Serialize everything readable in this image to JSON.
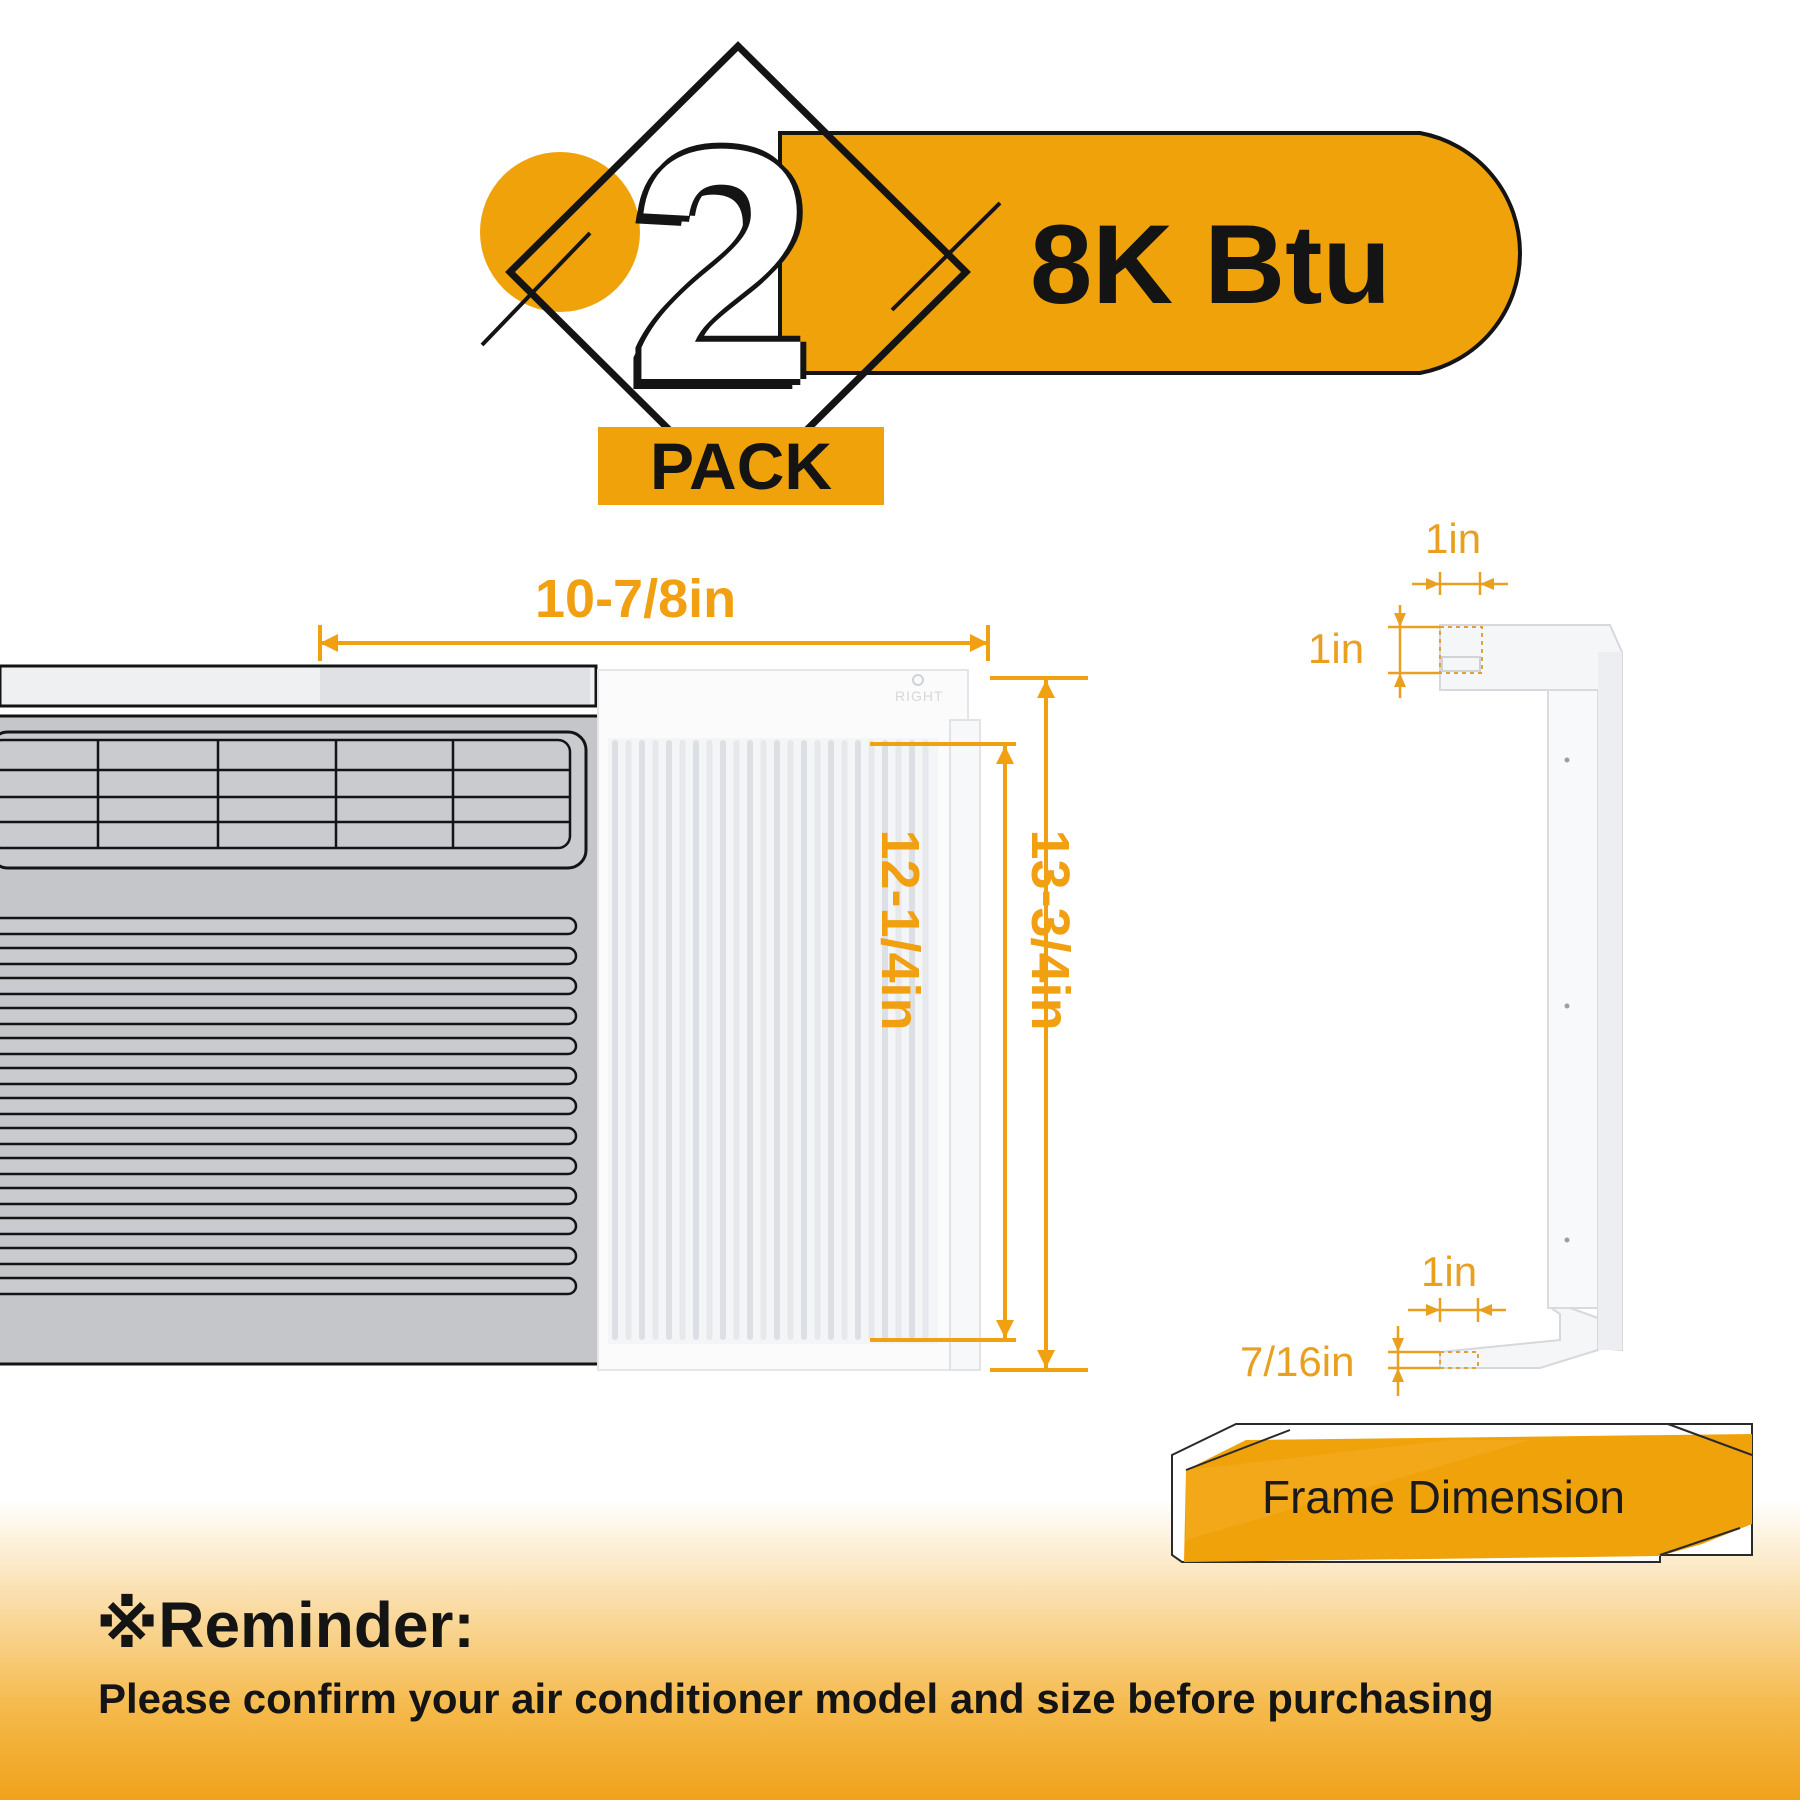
{
  "badge": {
    "count": "2",
    "pack_label": "PACK",
    "capacity": "8K Btu"
  },
  "panel": {
    "stamp_text": "RIGHT",
    "width_label": "10-7/8in",
    "inner_height_label": "12-1/4in",
    "outer_height_label": "13-3/4in"
  },
  "frame": {
    "top_width_label": "1in",
    "top_height_label": "1in",
    "bottom_width_label": "1in",
    "bottom_height_label": "7/16in",
    "caption": "Frame Dimension"
  },
  "reminder": {
    "title": "※Reminder:",
    "body": "Please confirm your air conditioner model and size before purchasing"
  },
  "colors": {
    "accent": "#f0a20b",
    "dimension": "#f0a010",
    "ink": "#141414",
    "unit_gray": "#c4c6c9"
  }
}
